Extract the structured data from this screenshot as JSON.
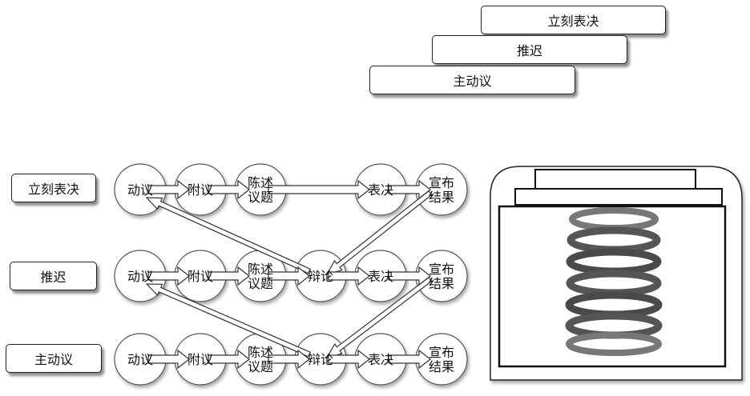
{
  "stack_labels": [
    "立刻表决",
    "推迟",
    "主动议"
  ],
  "row_labels": [
    "立刻表决",
    "推迟",
    "主动议"
  ],
  "rows": [
    {
      "steps": [
        {
          "id": "motion",
          "lines": [
            "动议"
          ]
        },
        {
          "id": "second",
          "lines": [
            "附议"
          ]
        },
        {
          "id": "state",
          "lines": [
            "陈述",
            "议题"
          ]
        },
        {
          "id": "vote",
          "lines": [
            "表决"
          ]
        },
        {
          "id": "announce",
          "lines": [
            "宣布",
            "结果"
          ]
        }
      ]
    },
    {
      "steps": [
        {
          "id": "motion",
          "lines": [
            "动议"
          ]
        },
        {
          "id": "second",
          "lines": [
            "附议"
          ]
        },
        {
          "id": "state",
          "lines": [
            "陈述",
            "议题"
          ]
        },
        {
          "id": "debate",
          "lines": [
            "辩论"
          ]
        },
        {
          "id": "vote",
          "lines": [
            "表决"
          ]
        },
        {
          "id": "announce",
          "lines": [
            "宣布",
            "结果"
          ]
        }
      ]
    },
    {
      "steps": [
        {
          "id": "motion",
          "lines": [
            "动议"
          ]
        },
        {
          "id": "second",
          "lines": [
            "附议"
          ]
        },
        {
          "id": "state",
          "lines": [
            "陈述",
            "议题"
          ]
        },
        {
          "id": "debate",
          "lines": [
            "辩论"
          ]
        },
        {
          "id": "vote",
          "lines": [
            "表决"
          ]
        },
        {
          "id": "announce",
          "lines": [
            "宣布",
            "结果"
          ]
        }
      ]
    }
  ],
  "cross_links": [
    {
      "from_row": 0,
      "from": "announce",
      "to_row": 1,
      "to": "debate"
    },
    {
      "from_row": 1,
      "from": "debate",
      "to_row": 0,
      "to": "motion"
    },
    {
      "from_row": 1,
      "from": "announce",
      "to_row": 2,
      "to": "debate"
    },
    {
      "from_row": 2,
      "from": "debate",
      "to_row": 1,
      "to": "motion"
    }
  ],
  "illustration": {
    "name": "spring-press",
    "icon": "compressed-spring-in-frame"
  }
}
